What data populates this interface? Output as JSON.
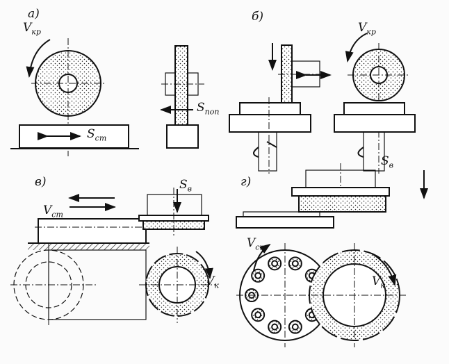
{
  "labels": {
    "a": "а)",
    "b": "б)",
    "v": "в)",
    "g": "г)",
    "a_vkr": "V",
    "a_vkr_sub": "кр",
    "a_sst": "S",
    "a_sst_sub": "ст",
    "a_spop": "S",
    "a_spop_sub": "поп",
    "b_vkr": "V",
    "b_vkr_sub": "кр",
    "v_vst": "V",
    "v_vst_sub": "ст",
    "v_sv": "S",
    "v_sv_sub": "в",
    "v_vk": "V",
    "v_vk_sub": "к",
    "g_sv": "S",
    "g_sv_sub": "в",
    "g_vst": "V",
    "g_vst_sub": "ст",
    "g_vk": "V",
    "g_vk_sub": "к"
  }
}
